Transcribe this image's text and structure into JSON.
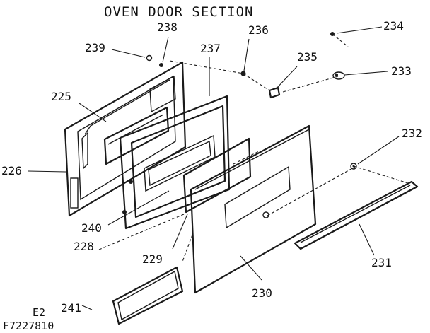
{
  "title": "OVEN DOOR SECTION",
  "labels": {
    "p225": "225",
    "p226": "226",
    "p228": "228",
    "p229": "229",
    "p230": "230",
    "p231": "231",
    "p232": "232",
    "p233": "233",
    "p234": "234",
    "p235": "235",
    "p236": "236",
    "p237": "237",
    "p238": "238",
    "p239": "239",
    "p240": "240",
    "p241": "241"
  },
  "figure_code": {
    "line1": "E2",
    "line2": "F7227810"
  }
}
